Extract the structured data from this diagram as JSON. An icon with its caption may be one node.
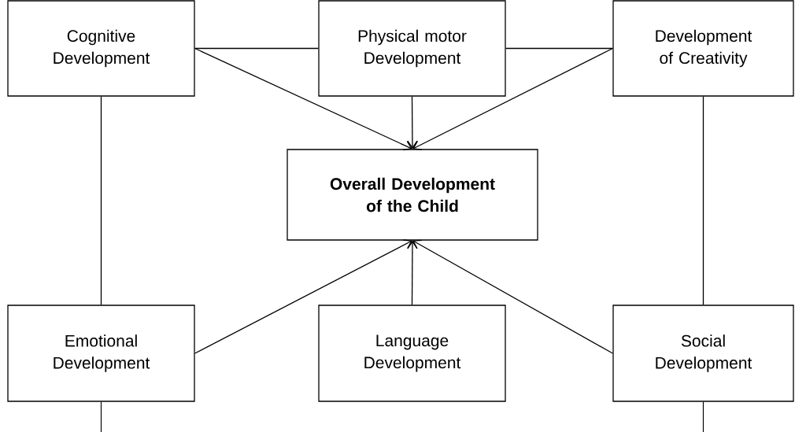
{
  "diagram": {
    "nodes": [
      {
        "text": [
          "Cognitive Development"
        ]
      },
      {
        "text": [
          "Physical motor Development"
        ]
      },
      {
        "text": [
          "Development of Creativity"
        ]
      },
      {
        "text": [
          "Overall Development of the Child"
        ]
      },
      {
        "text": [
          "Emotional Development"
        ]
      },
      {
        "text": [
          "Language Development"
        ]
      },
      {
        "text": [
          "Social Development"
        ]
      }
    ],
    "edges": [
      {
        "from": 0,
        "to": 1,
        "arrow": "none"
      },
      {
        "from": 1,
        "to": 2,
        "arrow": "none"
      },
      {
        "from": 0,
        "to": 3,
        "arrow": "to"
      },
      {
        "from": 1,
        "to": 3,
        "arrow": "to"
      },
      {
        "from": 2,
        "to": 3,
        "arrow": "to"
      },
      {
        "from": 0,
        "to": 4,
        "arrow": "none"
      },
      {
        "from": 2,
        "to": 6,
        "arrow": "none"
      },
      {
        "from": 4,
        "to": 3,
        "arrow": "to"
      },
      {
        "from": 5,
        "to": 3,
        "arrow": "to"
      },
      {
        "from": 6,
        "to": 3,
        "arrow": "to"
      },
      {
        "from": 4,
        "to": null,
        "arrow": "none"
      },
      {
        "from": 6,
        "to": null,
        "arrow": "none"
      }
    ]
  }
}
